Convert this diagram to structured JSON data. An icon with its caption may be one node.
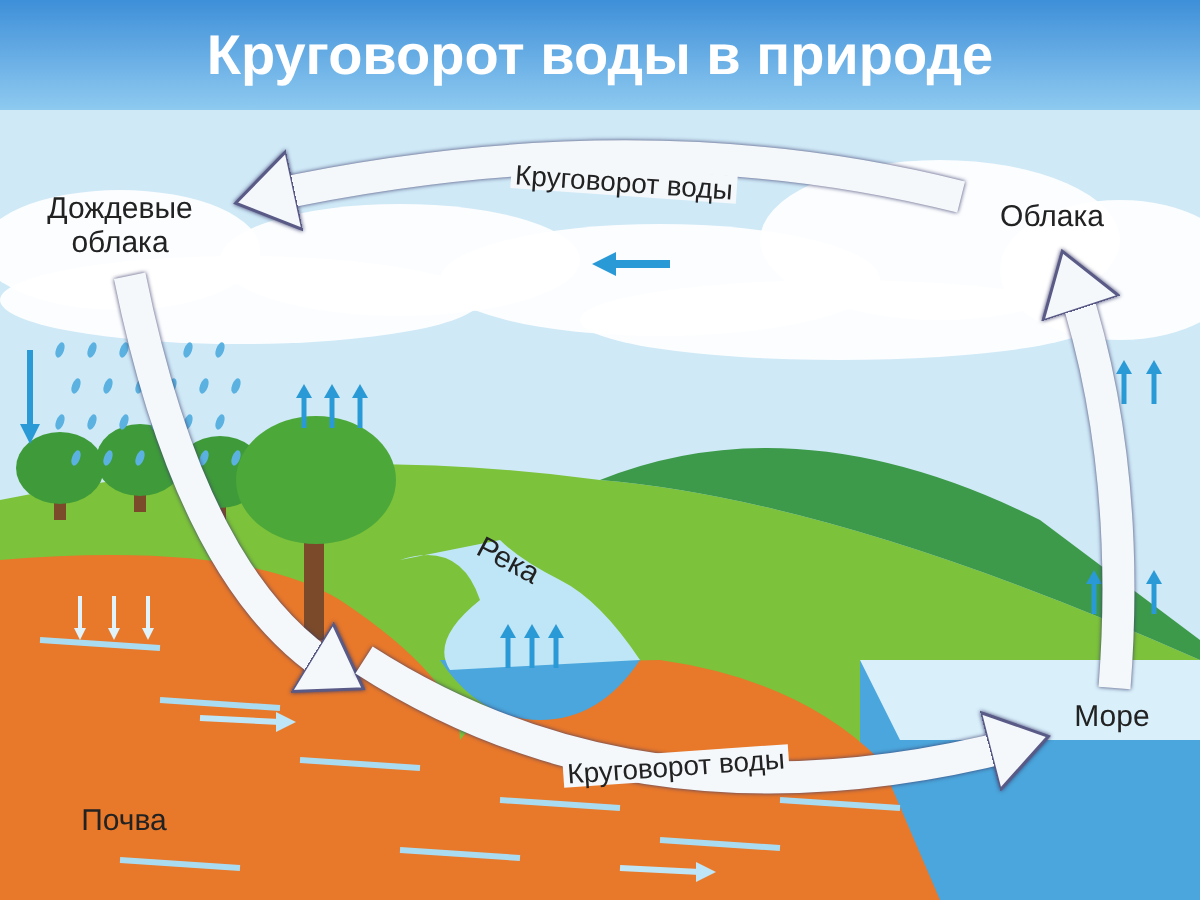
{
  "diagram": {
    "title": "Круговорот воды в природе",
    "nodes": [
      {
        "text": [
          "Дождевые облака"
        ]
      },
      {
        "text": [
          "Облака"
        ]
      },
      {
        "text": [
          "Река"
        ]
      },
      {
        "text": [
          "Море"
        ]
      },
      {
        "text": [
          "Почва"
        ]
      }
    ],
    "edges": [
      {
        "from": 1,
        "to": 0,
        "arrow": "to",
        "label": "Круговорот воды"
      },
      {
        "from": 0,
        "to": null,
        "arrow": "to"
      },
      {
        "from": null,
        "to": 3,
        "arrow": "to",
        "label": "Круговорот воды"
      },
      {
        "from": 3,
        "to": 1,
        "arrow": "to"
      }
    ]
  }
}
